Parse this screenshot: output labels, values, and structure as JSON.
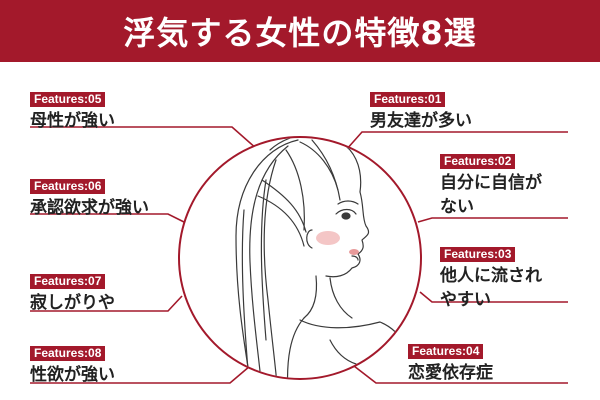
{
  "title": "浮気する女性の特徴8選",
  "colors": {
    "accent": "#a3192b",
    "text": "#222222",
    "background": "#ffffff"
  },
  "illustration": {
    "icon": "woman-profile-illustration"
  },
  "features": [
    {
      "tag": "Features:01",
      "text": "男友達が多い"
    },
    {
      "tag": "Features:02",
      "text": "自分に自信がない",
      "line1": "自分に自信が",
      "line2": "ない"
    },
    {
      "tag": "Features:03",
      "text": "他人に流されやすい",
      "line1": "他人に流され",
      "line2": "やすい"
    },
    {
      "tag": "Features:04",
      "text": "恋愛依存症"
    },
    {
      "tag": "Features:05",
      "text": "母性が強い"
    },
    {
      "tag": "Features:06",
      "text": "承認欲求が強い"
    },
    {
      "tag": "Features:07",
      "text": "寂しがりや"
    },
    {
      "tag": "Features:08",
      "text": "性欲が強い"
    }
  ]
}
